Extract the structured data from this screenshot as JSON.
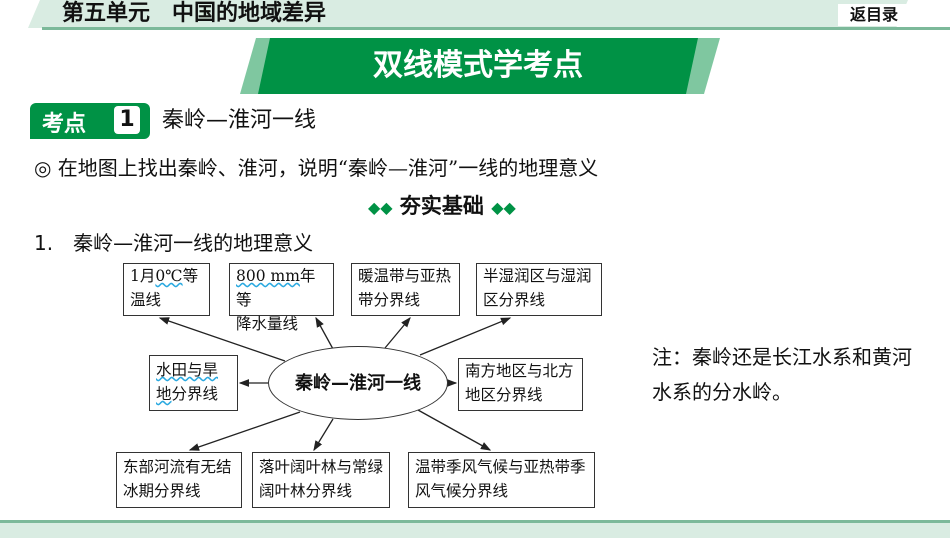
{
  "header": {
    "unit_title": "第五单元　中国的地域差异",
    "back_label": "返目录"
  },
  "banner": {
    "title": "双线模式学考点"
  },
  "kaodian": {
    "label": "考点",
    "number": "1",
    "title": "秦岭—淮河一线"
  },
  "requirement": "◎ 在地图上找出秦岭、淮河，说明“秦岭—淮河”一线的地理意义",
  "subheading": "夯实基础",
  "item1": "1.　秦岭—淮河一线的地理意义",
  "diagram": {
    "center": "秦岭—淮河一线",
    "boxes": {
      "b1a": "1月",
      "b1b": "0℃",
      "b1c": "等",
      "b1d": "温线",
      "b2a": "800 mm",
      "b2b": "年等",
      "b2c": "降水量线",
      "b3": "暖温带与亚热带分界线",
      "b4": "半湿润区与湿润区分界线",
      "b5a": "水田与旱",
      "b5b": "地",
      "b5c": "分界线",
      "b6": "南方地区与北方地区分界线",
      "b7": "东部河流有无结冰期分界线",
      "b8": "落叶阔叶林与常绿阔叶林分界线",
      "b9": "温带季风气候与亚热带季风气候分界线"
    }
  },
  "note": "注：秦岭还是长江水系和黄河水系的分水岭。"
}
